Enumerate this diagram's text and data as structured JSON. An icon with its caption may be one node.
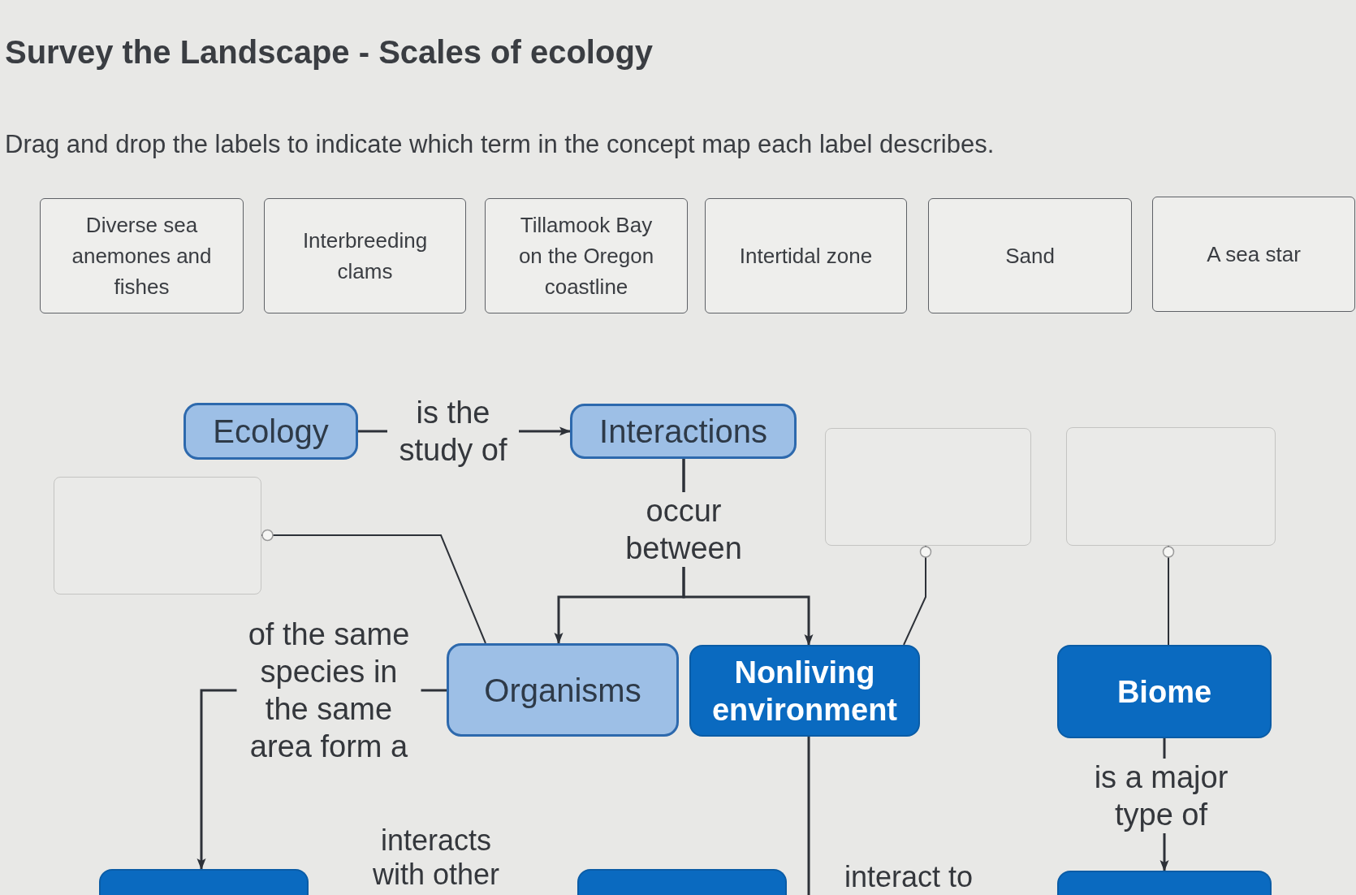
{
  "diagram": {
    "title": "Survey the Landscape - Scales of ecology",
    "nodes": [
      {
        "text": [
          "Diverse sea anemones and fishes"
        ]
      },
      {
        "text": [
          "Interbreeding clams"
        ]
      },
      {
        "text": [
          "Tillamook Bay on the Oregon coastline"
        ]
      },
      {
        "text": [
          "Intertidal zone"
        ]
      },
      {
        "text": [
          "Sand"
        ]
      },
      {
        "text": [
          "A sea star"
        ]
      },
      {
        "text": [
          "Ecology"
        ]
      },
      {
        "text": [
          "Interactions"
        ]
      },
      {
        "text": [],
        "shape": "box"
      },
      {
        "text": [],
        "shape": "box"
      },
      {
        "text": [],
        "shape": "box"
      },
      {
        "text": [
          "Organisms"
        ]
      },
      {
        "text": [
          "Nonliving environment"
        ]
      },
      {
        "text": [
          "Biome"
        ]
      },
      {
        "text": [],
        "shape": "box"
      },
      {
        "text": [],
        "shape": "box"
      },
      {
        "text": [],
        "shape": "box"
      }
    ],
    "edges": [
      {
        "from": 6,
        "to": 7,
        "arrow": "to",
        "label": "is the study of"
      },
      {
        "from": 7,
        "to": 11,
        "arrow": "to",
        "label": "occur between"
      },
      {
        "from": 7,
        "to": 12,
        "arrow": "to"
      },
      {
        "from": 8,
        "to": 11,
        "arrow": "other"
      },
      {
        "from": 9,
        "to": 12,
        "arrow": "other"
      },
      {
        "from": 10,
        "to": 13,
        "arrow": "other"
      },
      {
        "from": 11,
        "to": 14,
        "arrow": "to",
        "label": "of the same species in the same area form a"
      },
      {
        "from": 12,
        "to": null,
        "arrow": "none"
      },
      {
        "from": 13,
        "to": 16,
        "arrow": "to",
        "label": "is a major type of"
      }
    ],
    "labels": [
      "Drag and drop the labels to indicate which term in the concept map each label describes.",
      "interacts with other",
      "interact to"
    ]
  }
}
